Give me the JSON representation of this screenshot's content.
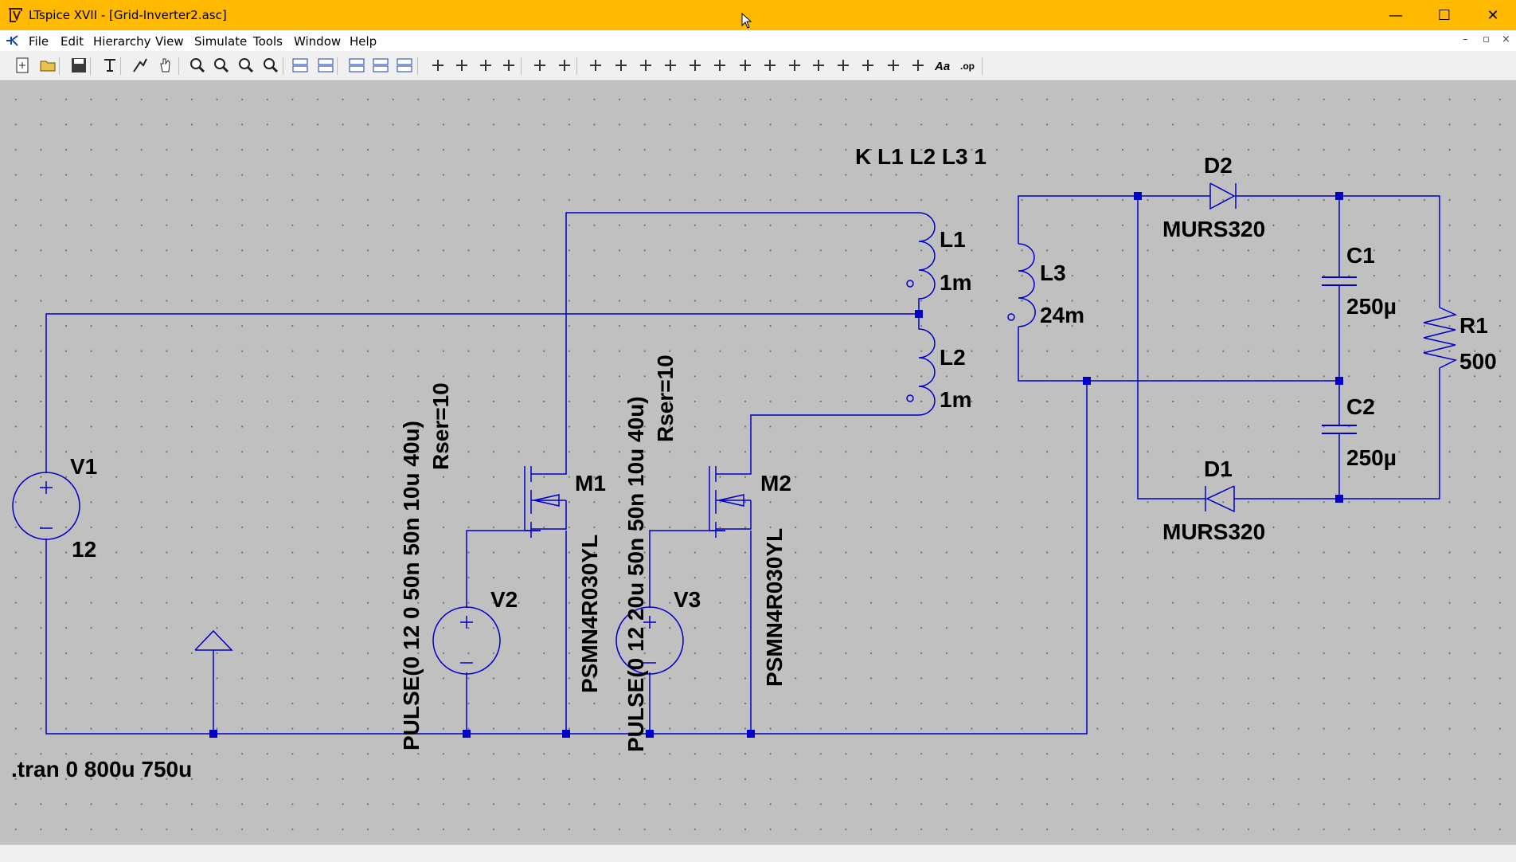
{
  "window": {
    "title": "LTspice XVII - [Grid-Inverter2.asc]",
    "minimize_glyph": "—",
    "maximize_glyph": "☐",
    "close_glyph": "✕"
  },
  "menu": [
    "File",
    "Edit",
    "Hierarchy",
    "View",
    "Simulate",
    "Tools",
    "Window",
    "Help"
  ],
  "mdi_controls": [
    "–",
    "▫",
    "×"
  ],
  "toolbar_icons": [
    "new-schematic-icon",
    "open-icon",
    "save-icon",
    "control-panel-icon",
    "run-icon",
    "pan-icon",
    "zoom-in-icon",
    "zoom-area-icon",
    "zoom-out-icon",
    "zoom-fit-icon",
    "waveform-icon",
    "waveform-dim-icon",
    "tile-horizontal-icon",
    "tile-vertical-icon",
    "cascade-icon",
    "cut-icon",
    "copy-icon",
    "paste-icon",
    "find-icon",
    "print-icon",
    "print-setup-icon",
    "draw-wire-icon",
    "ground-icon",
    "label-net-icon",
    "resistor-icon",
    "capacitor-icon",
    "inductor-icon",
    "diode-icon",
    "component-icon",
    "move-icon",
    "drag-icon",
    "undo-icon",
    "redo-icon",
    "rotate-icon",
    "mirror-icon",
    "text-icon",
    "spice-directive-icon"
  ],
  "schematic": {
    "coupling": "K L1 L2 L3 1",
    "directive": ".tran 0 800u 750u",
    "V1": {
      "name": "V1",
      "value": "12"
    },
    "V2": {
      "name": "V2",
      "value": "PULSE(0 12 0 50n 50n 10u 40u)",
      "extra": "Rser=10"
    },
    "V3": {
      "name": "V3",
      "value": "PULSE(0 12 20u 50n 50n 10u 40u)",
      "extra": "Rser=10"
    },
    "M1": {
      "name": "M1",
      "value": "PSMN4R030YL"
    },
    "M2": {
      "name": "M2",
      "value": "PSMN4R030YL"
    },
    "L1": {
      "name": "L1",
      "value": "1m"
    },
    "L2": {
      "name": "L2",
      "value": "1m"
    },
    "L3": {
      "name": "L3",
      "value": "24m"
    },
    "D1": {
      "name": "D1",
      "value": "MURS320"
    },
    "D2": {
      "name": "D2",
      "value": "MURS320"
    },
    "C1": {
      "name": "C1",
      "value": "250µ"
    },
    "C2": {
      "name": "C2",
      "value": "250µ"
    },
    "R1": {
      "name": "R1",
      "value": "500"
    }
  },
  "colors": {
    "titlebar": "#ffb900",
    "wire": "#0000c8",
    "canvas": "#c0c0c0"
  }
}
